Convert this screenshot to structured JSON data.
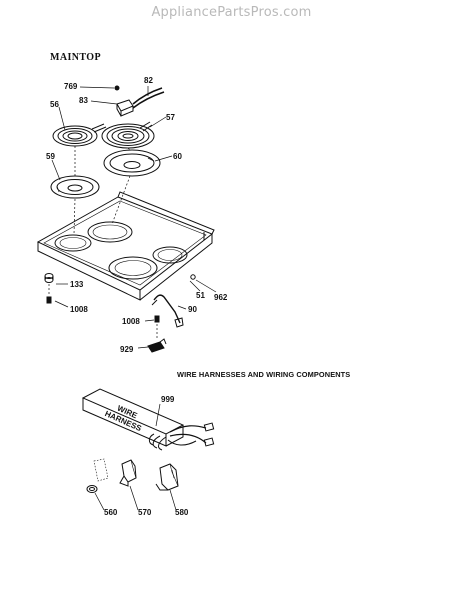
{
  "watermark": "AppliancePartsPros.com",
  "sections": {
    "maintop": "MAINTOP",
    "wiring": "WIRE HARNESSES AND WIRING COMPONENTS"
  },
  "parts": {
    "p769": "769",
    "p82": "82",
    "p83": "83",
    "p56": "56",
    "p57": "57",
    "p59": "59",
    "p60": "60",
    "p133": "133",
    "p1008a": "1008",
    "p51": "51",
    "p962": "962",
    "p90": "90",
    "p1008b": "1008",
    "p929": "929",
    "p999": "999",
    "p560": "560",
    "p570": "570",
    "p580": "580"
  },
  "harness_box": {
    "line1": "WIRE",
    "line2": "HARNESS"
  }
}
